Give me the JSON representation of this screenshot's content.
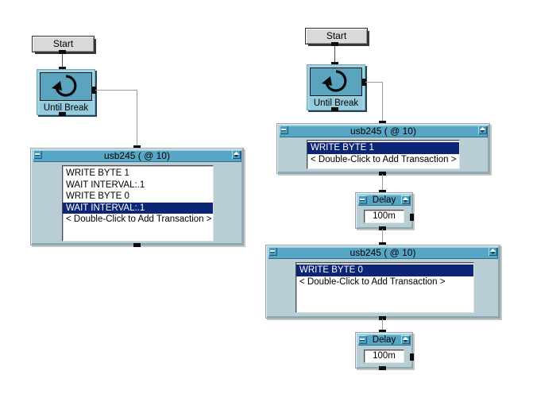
{
  "colors": {
    "title_bar": "#58a6c6",
    "panel_body": "#b9cdd5",
    "selected_row": "#0c2577",
    "until_break_face": "#5ba4c0",
    "until_break_frame": "#9fd2e2",
    "wire": "#9a9a9a"
  },
  "icons": {
    "loop_icon": "circular-arrow",
    "collapse_icon": "minus",
    "size_icon": "diamond",
    "pin": "connection-pin"
  },
  "left_program": {
    "start_label": "Start",
    "until_break_label": "Until Break",
    "panel": {
      "title": "usb245 ( @ 10)",
      "rows": [
        {
          "text": "WRITE BYTE 1",
          "selected": false
        },
        {
          "text": "WAIT INTERVAL:.1",
          "selected": false
        },
        {
          "text": "WRITE BYTE 0",
          "selected": false
        },
        {
          "text": "WAIT INTERVAL:.1",
          "selected": true
        },
        {
          "text": "< Double-Click to Add Transaction >",
          "selected": false
        }
      ]
    }
  },
  "right_program": {
    "start_label": "Start",
    "until_break_label": "Until Break",
    "panel1": {
      "title": "usb245 ( @ 10)",
      "rows": [
        {
          "text": "WRITE BYTE 1",
          "selected": true
        },
        {
          "text": "< Double-Click to Add Transaction >",
          "selected": false
        }
      ]
    },
    "delay1": {
      "title": "Delay",
      "value": "100m"
    },
    "panel2": {
      "title": "usb245 ( @ 10)",
      "rows": [
        {
          "text": "WRITE BYTE 0",
          "selected": true
        },
        {
          "text": "< Double-Click to Add Transaction >",
          "selected": false
        }
      ]
    },
    "delay2": {
      "title": "Delay",
      "value": "100m"
    }
  }
}
